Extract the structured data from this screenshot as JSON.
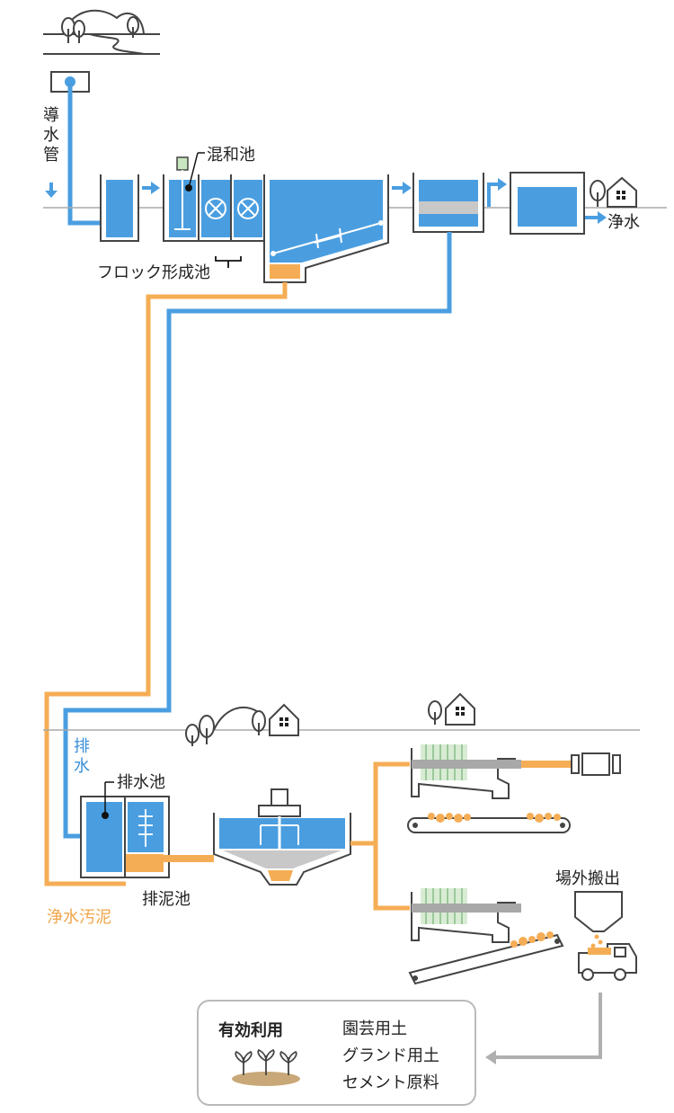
{
  "labels": {
    "conduit": "導\n水\n管",
    "mixing_basin": "混和池",
    "floc_basin": "フロック形成池",
    "clean_water": "浄水",
    "drain": "排\n水",
    "drain_basin": "排水池",
    "sludge_basin": "排泥池",
    "purified_sludge": "浄水汚泥",
    "off_site": "場外搬出"
  },
  "reuse": {
    "title": "有効利用",
    "items": [
      "園芸用土",
      "グランド用土",
      "セメント原料"
    ]
  },
  "colors": {
    "water": "#4a9ee0",
    "sludge": "#f5ad55",
    "outline": "#444444",
    "gray": "#a8a8a8"
  }
}
